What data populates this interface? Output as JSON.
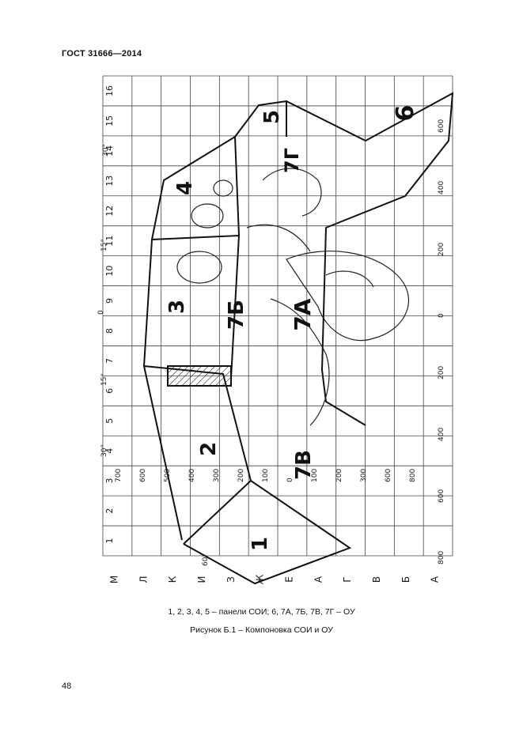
{
  "header": {
    "standard": "ГОСТ 31666—2014"
  },
  "figure": {
    "grid_numbers": [
      "1",
      "2",
      "3",
      "4",
      "5",
      "6",
      "7",
      "8",
      "9",
      "10",
      "11",
      "12",
      "13",
      "14",
      "15",
      "16"
    ],
    "grid_letters": [
      "М",
      "Л",
      "К",
      "И",
      "З",
      "Ж",
      "Е",
      "А",
      "Г",
      "В",
      "Б",
      "А"
    ],
    "scale_left": [
      "700",
      "600",
      "500",
      "400",
      "300",
      "200",
      "100",
      "0",
      "100",
      "200",
      "300",
      "600",
      "800"
    ],
    "scale_right": [
      "600",
      "400",
      "200",
      "0",
      "200",
      "400",
      "600",
      "800"
    ],
    "angle_labels": [
      "30°",
      "15°",
      "0",
      "15°",
      "30°",
      "60°"
    ],
    "panel_labels": [
      "1",
      "2",
      "3",
      "4",
      "5",
      "6",
      "7А",
      "7Б",
      "7В",
      "7Г"
    ]
  },
  "captions": {
    "legend": "1, 2, 3, 4, 5 – панели СОИ;  6, 7А, 7Б, 7В, 7Г –  ОУ",
    "title": "Рисунок Б.1 – Компоновка СОИ и  ОУ"
  },
  "page": {
    "number": "48"
  }
}
